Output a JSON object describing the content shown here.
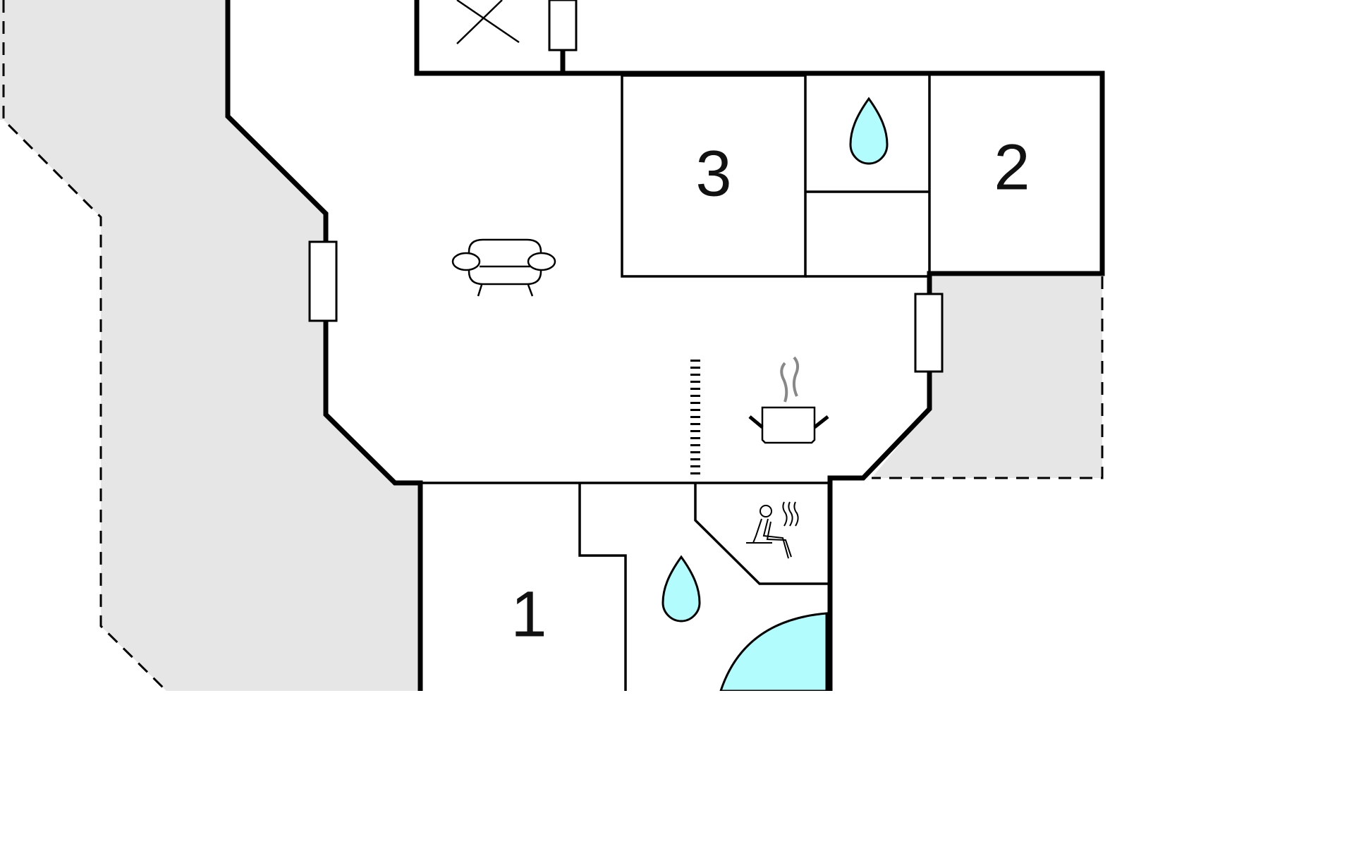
{
  "rooms": [
    {
      "id": "room-1",
      "label": "1"
    },
    {
      "id": "room-2",
      "label": "2"
    },
    {
      "id": "room-3",
      "label": "3"
    }
  ],
  "icons": [
    "sofa-icon",
    "cooking-pot-icon",
    "sauna-icon",
    "water-drop-icon",
    "bathtub-icon",
    "window-icon"
  ],
  "colors": {
    "terrace": "#e6e6e6",
    "water": "#b3fcfd",
    "wall": "#000000",
    "steam": "#888888"
  }
}
